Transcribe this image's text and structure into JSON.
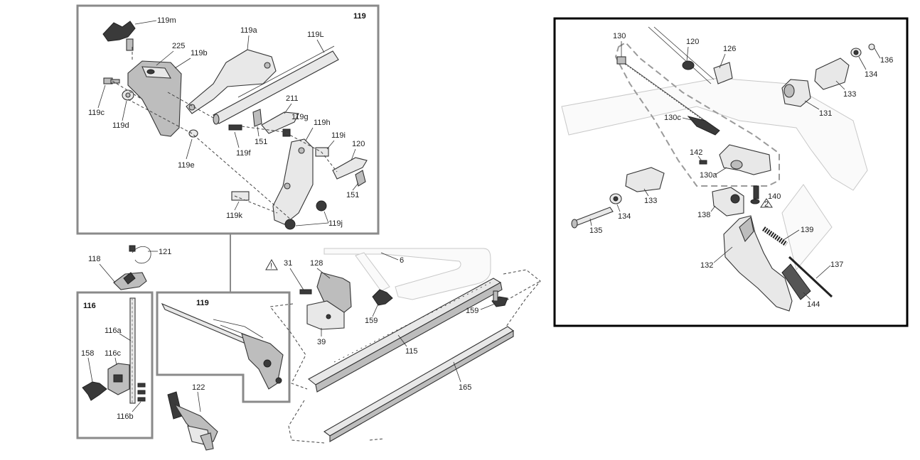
{
  "callouts": {
    "c119m": "119m",
    "c225": "225",
    "c119b": "119b",
    "c119a": "119a",
    "c119L": "119L",
    "c119_top": "119",
    "c119c": "119c",
    "c119d": "119d",
    "c211": "211",
    "c119g": "119g",
    "c119h": "119h",
    "c119i": "119i",
    "c120_left": "120",
    "c151_a": "151",
    "c151_b": "151",
    "c119f": "119f",
    "c119e": "119e",
    "c119k": "119k",
    "c119j": "119j",
    "c121": "121",
    "c118": "118",
    "c116": "116",
    "c116a": "116a",
    "c116c": "116c",
    "c158": "158",
    "c116b": "116b",
    "c119_mid": "119",
    "c122": "122",
    "c31": "31",
    "c128": "128",
    "c6": "6",
    "c159_a": "159",
    "c159_b": "159",
    "c39": "39",
    "c115": "115",
    "c165": "165",
    "c130": "130",
    "c120_right": "120",
    "c126": "126",
    "c136": "136",
    "c134_top": "134",
    "c133_top": "133",
    "c131": "131",
    "c130c": "130c",
    "c142": "142",
    "c130a": "130a",
    "c133_mid": "133",
    "c134_mid": "134",
    "c135": "135",
    "c138": "138",
    "c140": "140",
    "c139": "139",
    "c132": "132",
    "c137": "137",
    "c144": "144"
  },
  "warning_marks": {
    "w31": "!",
    "w140": "2"
  }
}
